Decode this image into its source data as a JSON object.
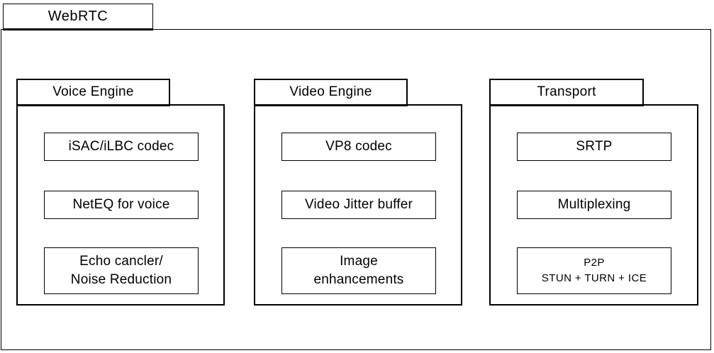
{
  "title": "WebRTC",
  "packages": [
    {
      "name": "Voice Engine",
      "items": [
        "iSAC/iLBC codec",
        "NetEQ for voice",
        "Echo cancler/\nNoise Reduction"
      ]
    },
    {
      "name": "Video Engine",
      "items": [
        "VP8 codec",
        "Video Jitter buffer",
        "Image\nenhancements"
      ]
    },
    {
      "name": "Transport",
      "items": [
        "SRTP",
        "Multiplexing",
        "P2P\nSTUN + TURN + ICE"
      ]
    }
  ],
  "colors": {
    "border": "#000000",
    "background": "#ffffff",
    "text": "#000000"
  }
}
